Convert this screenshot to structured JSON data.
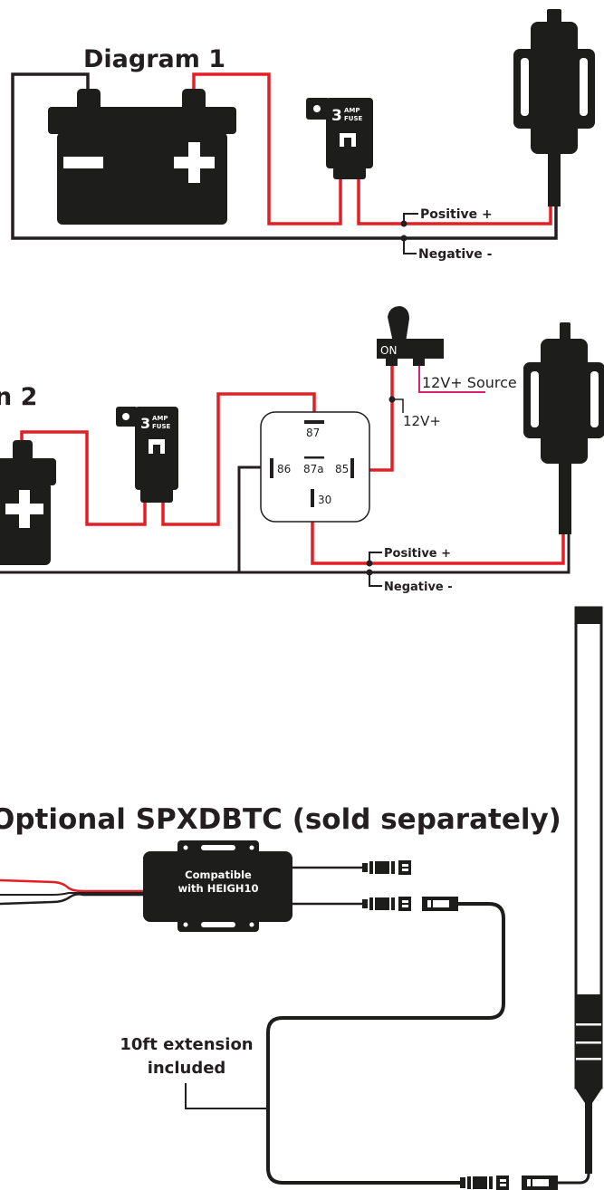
{
  "diagram1": {
    "title": "Diagram 1",
    "fuse_amp_number": "3",
    "fuse_amp_unit": "AMP",
    "fuse_label": "FUSE",
    "positive_label": "Positive +",
    "negative_label": "Negative -"
  },
  "diagram2": {
    "title_fragment": "n 2",
    "fuse_amp_number": "3",
    "fuse_amp_unit": "AMP",
    "fuse_label": "FUSE",
    "switch_on_label": "ON",
    "source_label": "12V+ Source",
    "v12_label": "12V+",
    "relay_pins": {
      "p87": "87",
      "p86": "86",
      "p87a": "87a",
      "p85": "85",
      "p30": "30"
    },
    "positive_label": "Positive +",
    "negative_label": "Negative -"
  },
  "optional": {
    "title": "Optional SPXDBTC (sold separately)",
    "controller_line1": "Compatible",
    "controller_line2": "with HEIGH10",
    "extension_line1": "10ft extension",
    "extension_line2": "included"
  },
  "colors": {
    "wire_red": "#e31e24",
    "wire_black": "#231f20",
    "source_wire": "#d6236e",
    "device_fill": "#1d1d1b"
  }
}
